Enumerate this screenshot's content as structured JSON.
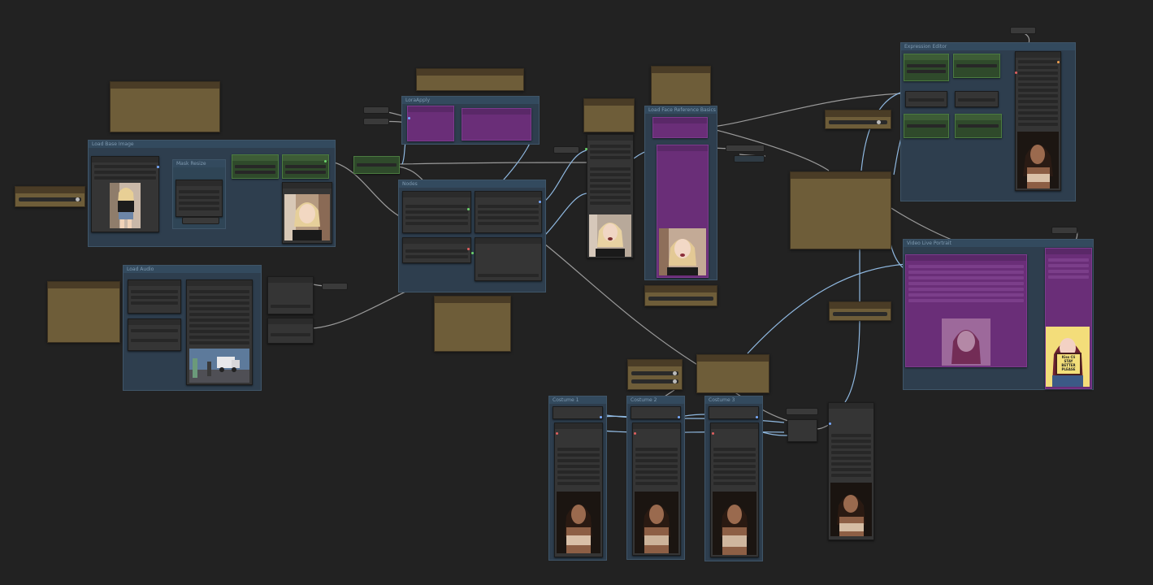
{
  "canvas": {
    "background": "#222222",
    "link_color": "#8fb8e0",
    "wire_color": "#9a9a9a"
  },
  "groups": {
    "load_base_image": {
      "title": "Load Base Image"
    },
    "image_resize": {
      "title": "Mask Resize"
    },
    "load_audio": {
      "title": "Load Audio"
    },
    "lora_apply": {
      "title": "LoraApply"
    },
    "nodes": {
      "title": "Nodes"
    },
    "load_face_reference": {
      "title": "Load Face Reference Basics"
    },
    "expression_editor": {
      "title": "Expression Editor"
    },
    "video_live_portrait": {
      "title": "Video Live Portrait"
    },
    "costume_1": {
      "title": "Costume 1"
    },
    "costume_2": {
      "title": "Costume 2"
    },
    "costume_3": {
      "title": "Costume 3"
    }
  },
  "sticker": {
    "text": "Kiss Cli STAY BETTER PLEASE"
  },
  "colors": {
    "note": "#6e5d39",
    "group": "#2e3e4e",
    "node": "#353535",
    "node_green": "#2f4a2b",
    "node_purple": "#6a2e78"
  }
}
